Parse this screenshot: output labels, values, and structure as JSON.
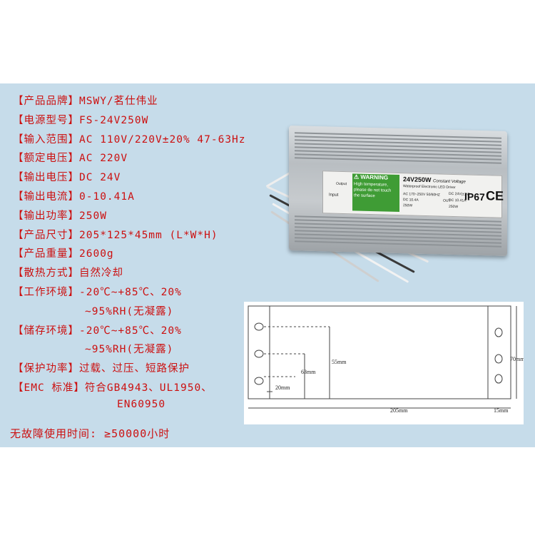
{
  "specs": [
    {
      "label": "【产品品牌】",
      "value": "MSWY/茗仕伟业"
    },
    {
      "label": "【电源型号】",
      "value": "FS-24V250W"
    },
    {
      "label": "【输入范围】",
      "value": "AC 110V/220V±20% 47-63Hz"
    },
    {
      "label": "【额定电压】",
      "value": "AC 220V"
    },
    {
      "label": "【输出电压】",
      "value": "DC 24V"
    },
    {
      "label": "【输出电流】",
      "value": "0-10.41A"
    },
    {
      "label": "【输出功率】",
      "value": "250W"
    },
    {
      "label": "【产品尺寸】",
      "value": "205*125*45mm (L*W*H)"
    },
    {
      "label": "【产品重量】",
      "value": "2600g"
    },
    {
      "label": "【散热方式】",
      "value": "自然冷却"
    },
    {
      "label": "【工作环境】",
      "value": "-20℃~+85℃、20%",
      "cont": "~95%RH(无凝露)"
    },
    {
      "label": "【储存环境】",
      "value": "-20℃~+85℃、20%",
      "cont": "~95%RH(无凝露)"
    },
    {
      "label": "【保护功率】",
      "value": "过载、过压、短路保护"
    },
    {
      "label": "【EMC 标准】",
      "value": "符合GB4943、UL1950、",
      "cont": "EN60950"
    }
  ],
  "mtbf": "无故障使用时间: ≥50000小时",
  "product": {
    "model": "24V250W",
    "model_sub": "Constant Voltage",
    "desc": "Waterproof Electronic LED Driver",
    "warning_title": "WARNING",
    "warning_text": "High temperature, please do not touch the surface",
    "ip": "IP67",
    "ce": "CE",
    "input": "Input",
    "output": "Output",
    "input_spec": "AC 170~250V 50/60HZ",
    "out_current": "DC 10.4A",
    "out_power": "250W",
    "out_v": "DC 24V(±1V)",
    "out_i": "DC 10.41A",
    "out_w": "250W",
    "out_label": "OUT"
  },
  "diagram": {
    "dims": [
      "205mm",
      "15mm",
      "70mm",
      "55mm",
      "63mm",
      "20mm"
    ]
  }
}
